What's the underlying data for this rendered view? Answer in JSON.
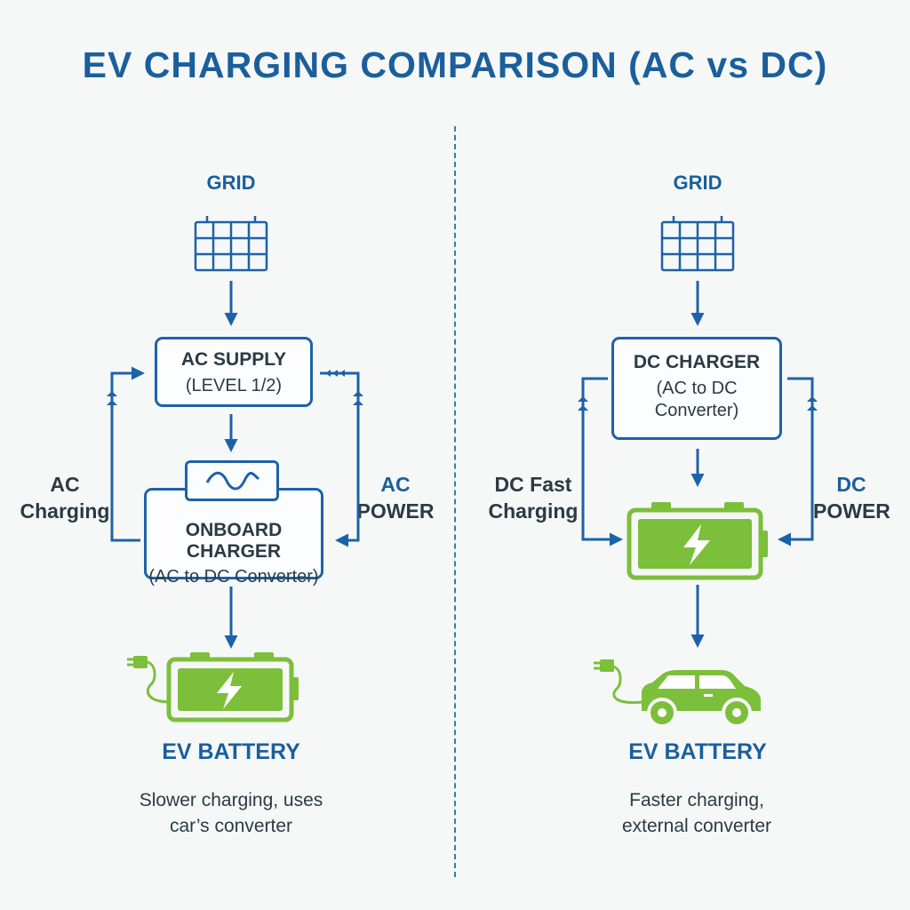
{
  "title": "EV CHARGING COMPARISON (AC vs DC)",
  "colors": {
    "blue": "#1d62a8",
    "green": "#7cbf3a",
    "text": "#2b3a45"
  },
  "left": {
    "grid_label": "GRID",
    "grid_icon": "solar-panel-icon",
    "supply_box": {
      "line1": "AC SUPPLY",
      "line2": "(LEVEL 1/2)"
    },
    "converter_icon": "sine-wave-icon",
    "charger_box": {
      "line1": "ONBOARD CHARGER",
      "line2": "(AC to DC Converter)"
    },
    "side_left": {
      "line1": "AC",
      "line2": "Charging"
    },
    "side_right": {
      "line1": "AC",
      "line2": "POWER"
    },
    "end_icon": "plug-battery-icon",
    "end_label": "EV BATTERY",
    "desc": {
      "line1": "Slower charging, uses",
      "line2": "car’s converter"
    }
  },
  "right": {
    "grid_label": "GRID",
    "grid_icon": "solar-panel-icon",
    "charger_box": {
      "line1": "DC CHARGER",
      "line2": "(AC to DC",
      "line3": "Converter)"
    },
    "battery_icon": "battery-icon",
    "side_left": {
      "line1": "DC Fast",
      "line2": "Charging"
    },
    "side_right": {
      "line1": "DC",
      "line2": "POWER"
    },
    "end_icon": "plug-car-icon",
    "end_label": "EV BATTERY",
    "desc": {
      "line1": "Faster charging,",
      "line2": "external converter"
    }
  }
}
